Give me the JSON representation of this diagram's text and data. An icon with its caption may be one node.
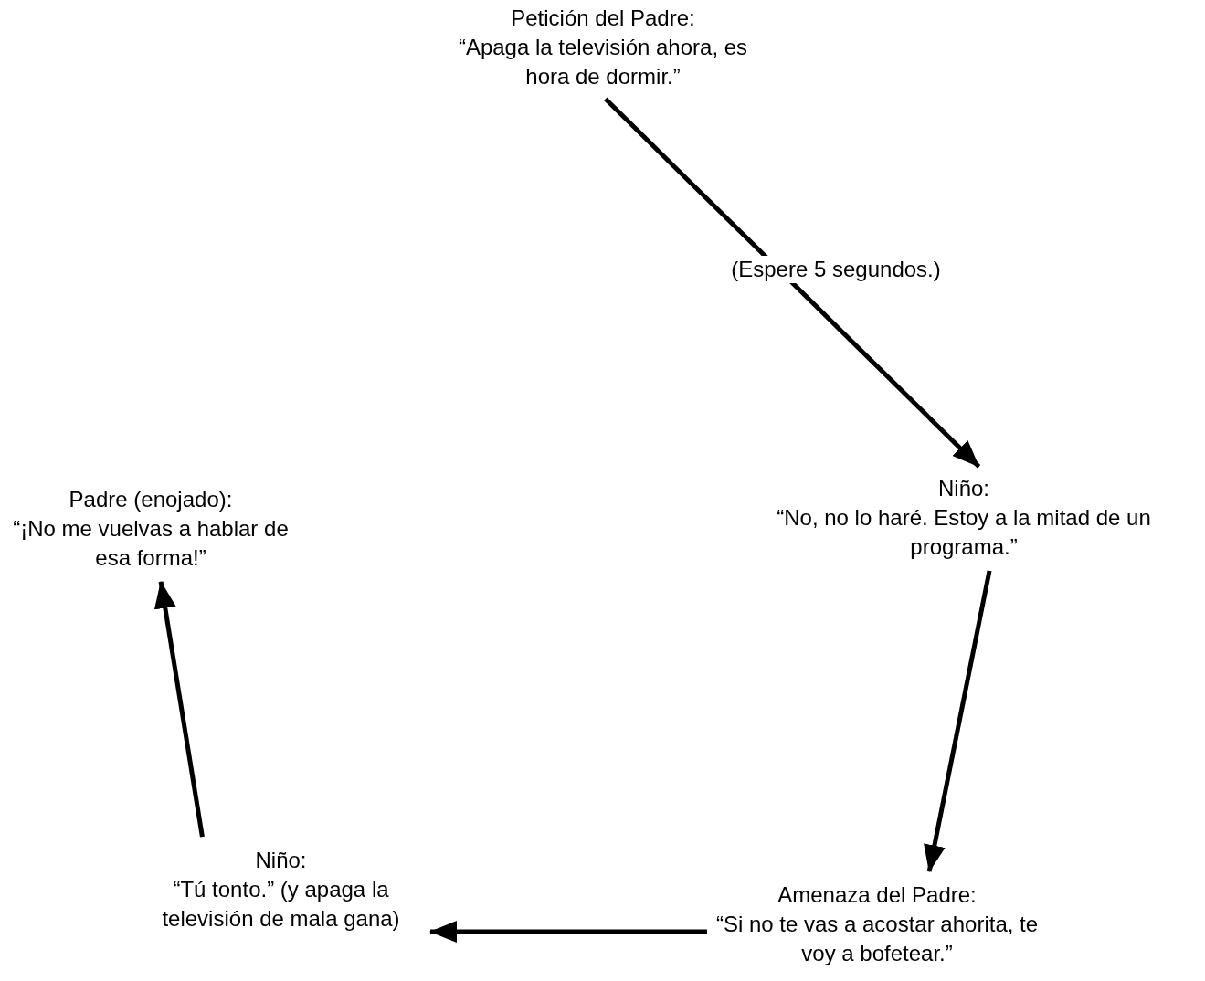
{
  "diagram": {
    "nodes": [
      {
        "text": [
          "Petición del Padre:",
          "“Apaga la televisión ahora, es hora de dormir.”"
        ]
      },
      {
        "text": [
          "Niño:",
          "“No, no lo haré. Estoy a la mitad de un programa.”"
        ]
      },
      {
        "text": [
          "Amenaza del Padre:",
          "“Si no te vas a acostar ahorita, te voy a bofetear.”"
        ]
      },
      {
        "text": [
          "Niño:",
          "“Tú tonto.” (y apaga la televisión de mala gana)"
        ]
      },
      {
        "text": [
          "Padre (enojado):",
          "“¡No me vuelvas a hablar de esa forma!”"
        ]
      }
    ],
    "edges": [
      {
        "from": 0,
        "to": 1,
        "arrow": "to",
        "label": "(Espere 5 segundos.)"
      },
      {
        "from": 1,
        "to": 2,
        "arrow": "to"
      },
      {
        "from": 2,
        "to": 3,
        "arrow": "to"
      },
      {
        "from": 3,
        "to": 4,
        "arrow": "to"
      }
    ]
  }
}
